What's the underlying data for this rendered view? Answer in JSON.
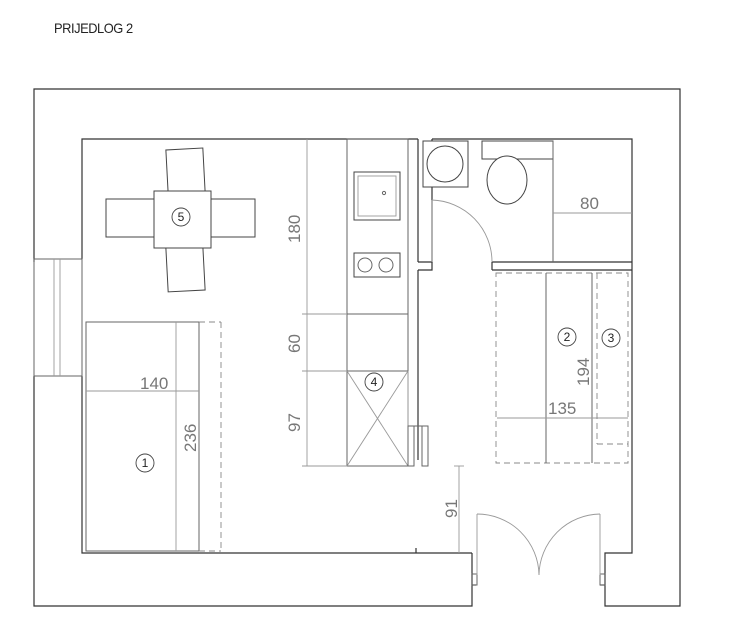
{
  "title": "PRIJEDLOG 2",
  "dimensions": {
    "d180": "180",
    "d60": "60",
    "d97": "97",
    "d140": "140",
    "d236": "236",
    "d80": "80",
    "d194": "194",
    "d135": "135",
    "d91": "91"
  },
  "markers": {
    "m1": "1",
    "m2": "2",
    "m3": "3",
    "m4": "4",
    "m5": "5"
  }
}
